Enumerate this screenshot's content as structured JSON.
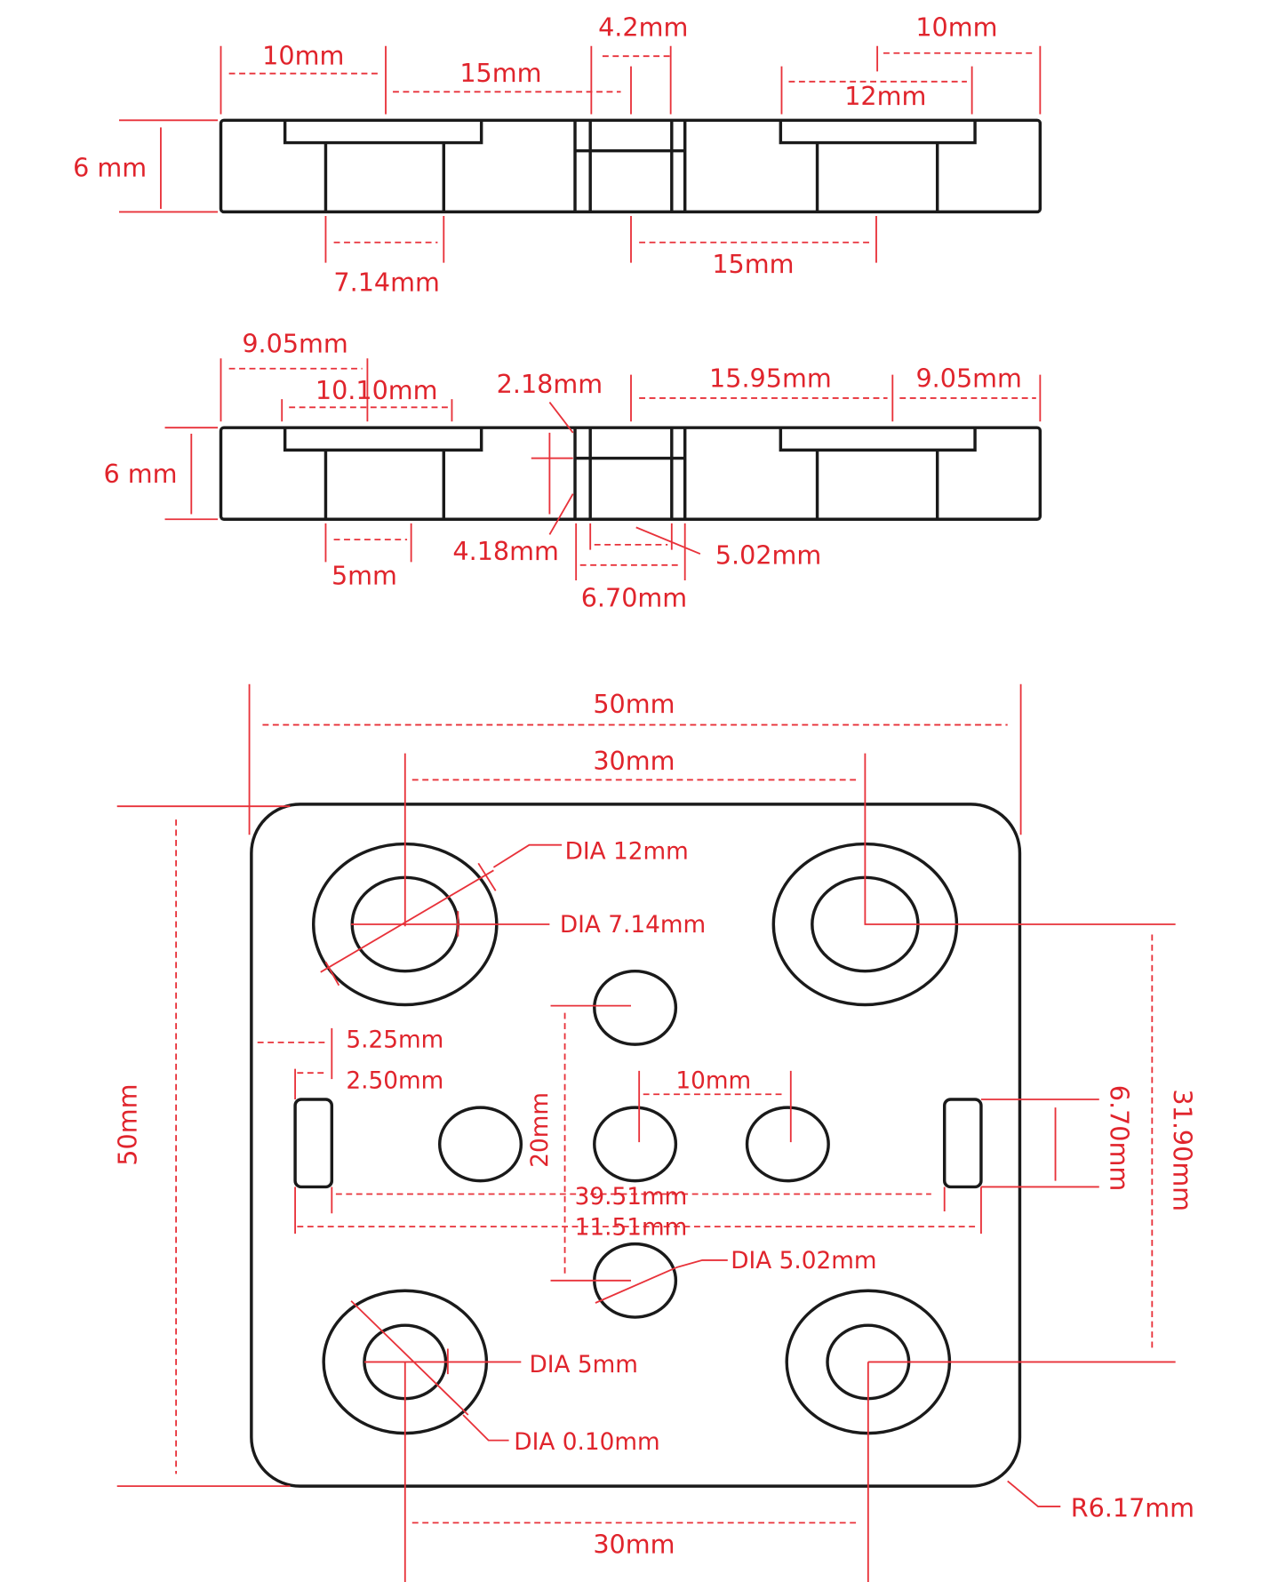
{
  "colors": {
    "outline": "#1a1a1a",
    "dimension": "#e0242c"
  },
  "side_view_1": {
    "labels": [
      "10mm",
      "15mm",
      "4.2mm",
      "10mm",
      "12mm",
      "6 mm",
      "7.14mm",
      "15mm"
    ]
  },
  "side_view_2": {
    "labels": [
      "9.05mm",
      "10.10mm",
      "2.18mm",
      "15.95mm",
      "9.05mm",
      "6 mm",
      "5mm",
      "4.18mm",
      "5.02mm",
      "6.70mm"
    ]
  },
  "top_view": {
    "labels": [
      "50mm",
      "30mm",
      "DIA 12mm",
      "DIA 7.14mm",
      "5.25mm",
      "2.50mm",
      "10mm",
      "20mm",
      "39.51mm",
      "11.51mm",
      "DIA 5.02mm",
      "DIA 5mm",
      "DIA 0.10mm",
      "30mm",
      "R6.17mm",
      "50mm",
      "6.70mm",
      "31.90mm"
    ]
  }
}
